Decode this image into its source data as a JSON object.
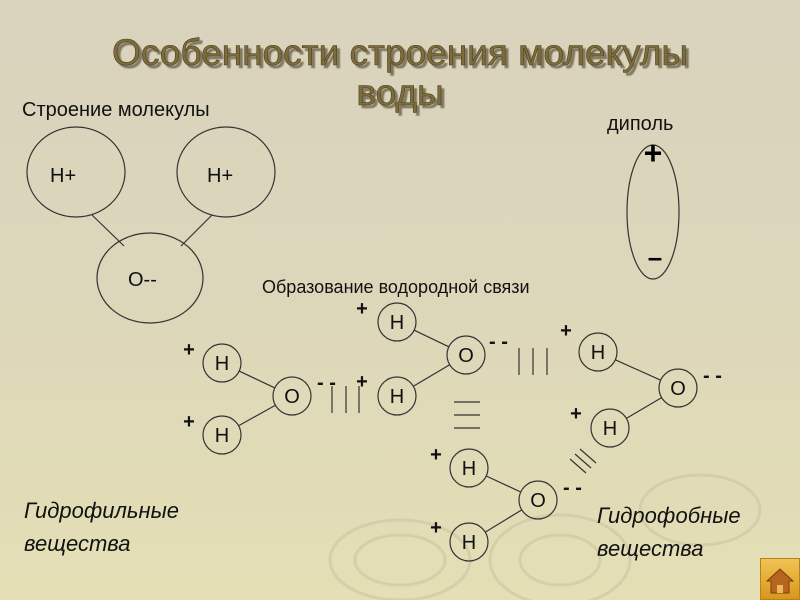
{
  "title": {
    "line1": "Особенности строения молекулы",
    "line2": "воды"
  },
  "structure": {
    "heading": "Строение молекулы",
    "h_left": "H+",
    "h_right": "H+",
    "oxygen": "O--"
  },
  "dipole": {
    "label": "диполь",
    "plus": "+",
    "minus": "–"
  },
  "hbond": {
    "heading": "Образование водородной связи",
    "h": "H",
    "o": "O",
    "plus": "+",
    "minus": "- -"
  },
  "hydrophilic": {
    "line1": "Гидрофильные",
    "line2": "вещества"
  },
  "hydrophobic": {
    "line1": "Гидрофобные",
    "line2": "вещества"
  },
  "nav": {
    "home_icon": "home-icon"
  },
  "colors": {
    "title": "#7d6d3c",
    "background": "#dcd6bb",
    "home_button": "#e8b33a"
  }
}
